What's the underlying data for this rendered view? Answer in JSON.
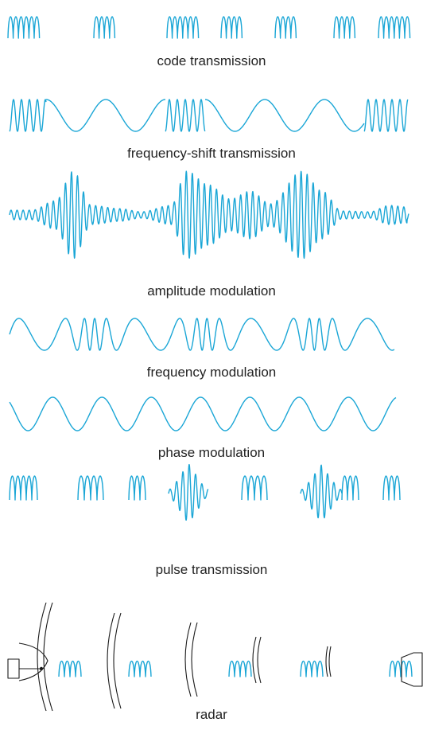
{
  "colors": {
    "signal": "#1aa6d6",
    "ink": "#1a1a1a",
    "text": "#222222"
  },
  "sections": [
    {
      "id": "code",
      "caption": "code transmission"
    },
    {
      "id": "fsk",
      "caption": "frequency-shift transmission"
    },
    {
      "id": "am",
      "caption": "amplitude modulation"
    },
    {
      "id": "fm",
      "caption": "frequency modulation"
    },
    {
      "id": "pm",
      "caption": "phase modulation"
    },
    {
      "id": "pulse",
      "caption": "pulse transmission"
    },
    {
      "id": "radar",
      "caption": "radar"
    }
  ]
}
